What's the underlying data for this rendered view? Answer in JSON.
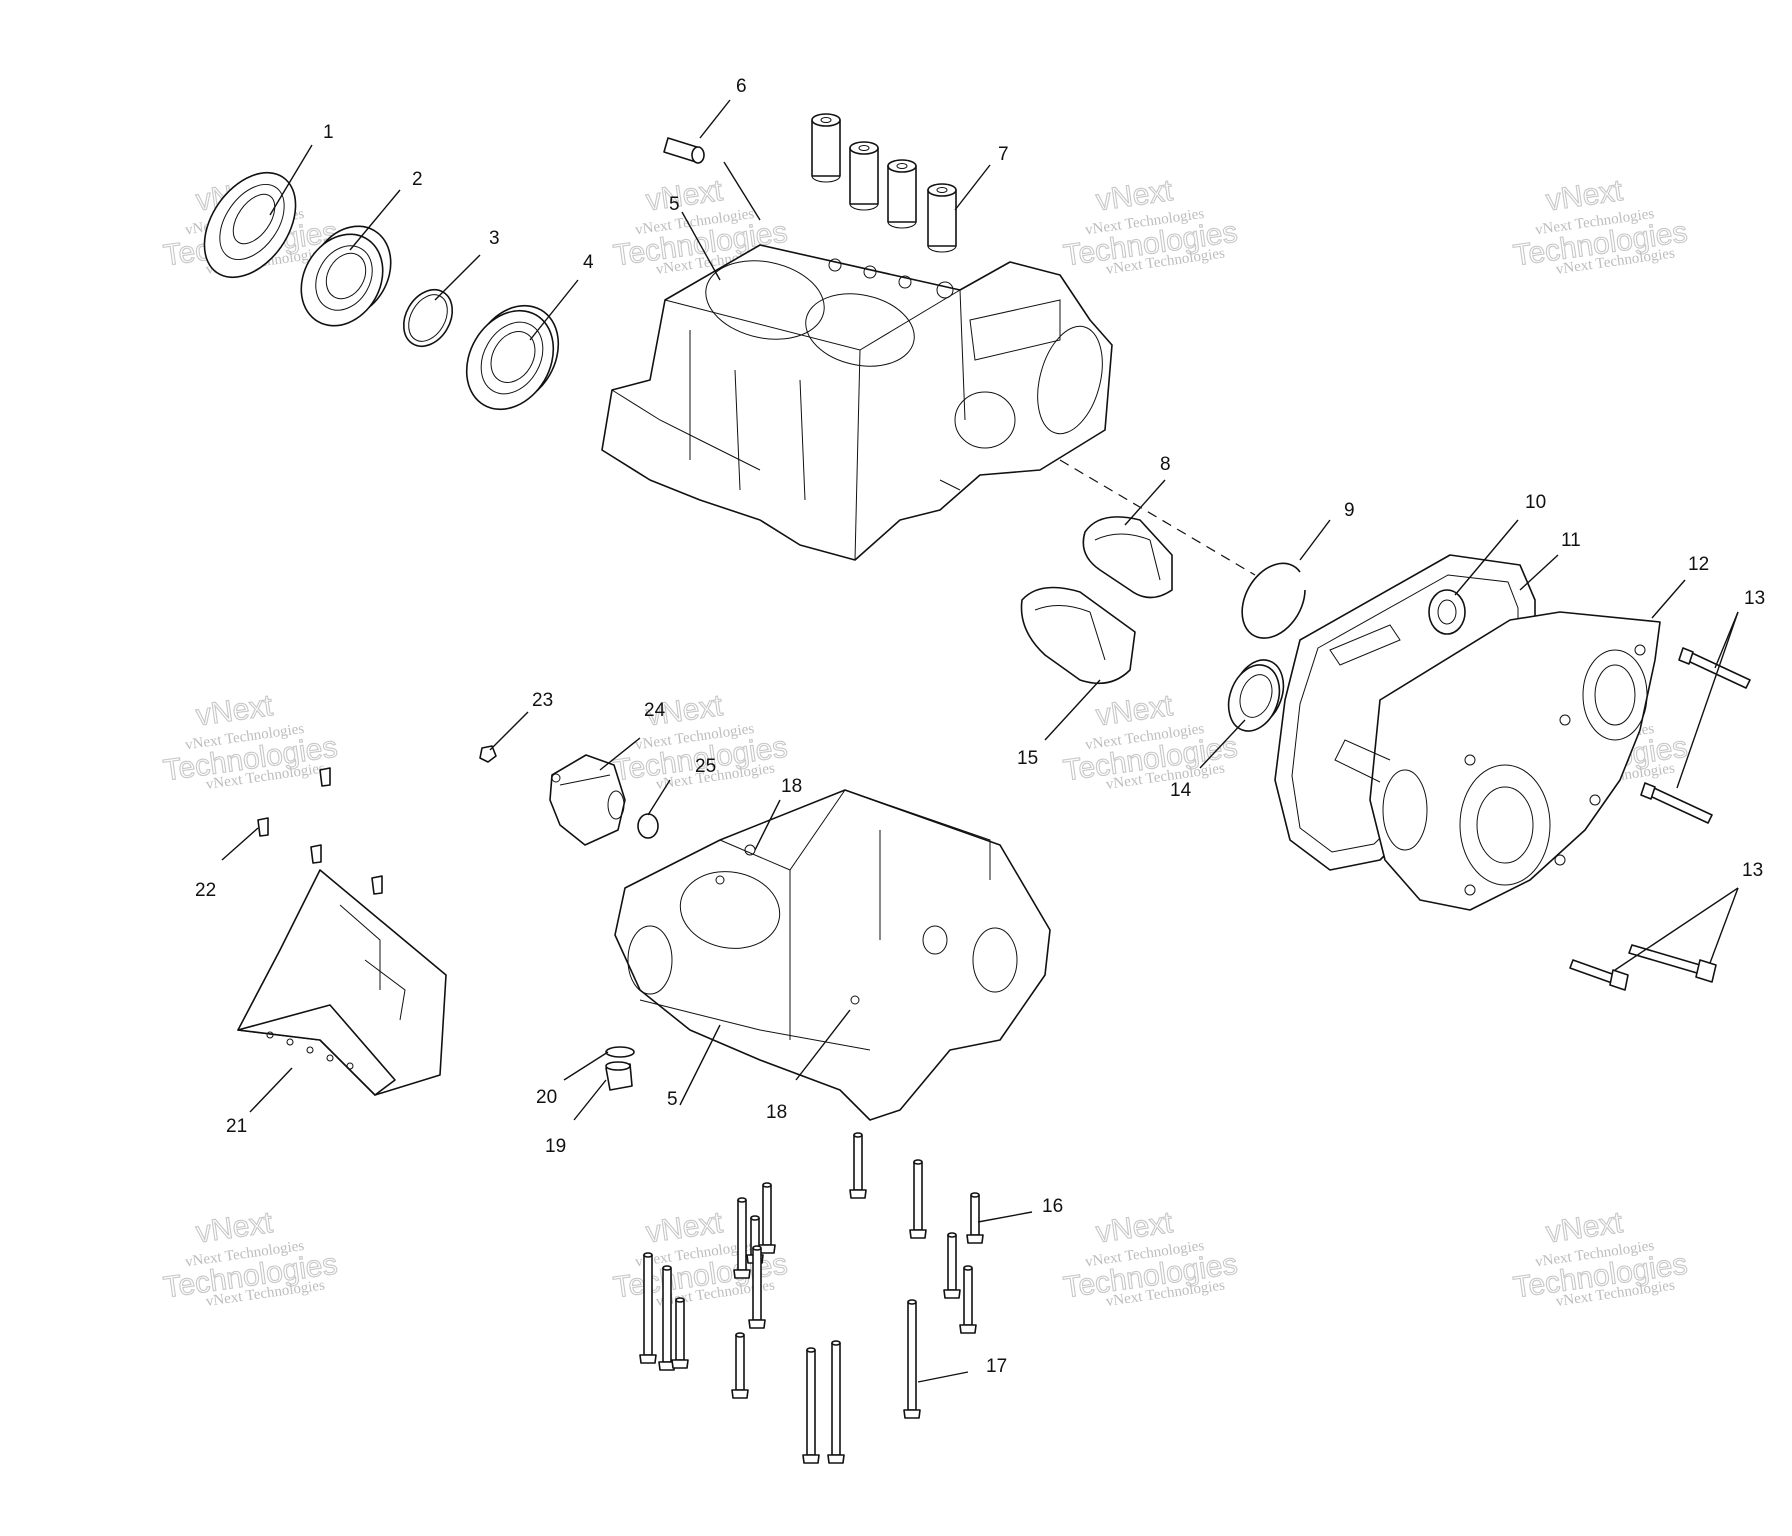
{
  "diagram": {
    "callouts": [
      {
        "id": "c1",
        "label": "1"
      },
      {
        "id": "c2",
        "label": "2"
      },
      {
        "id": "c3",
        "label": "3"
      },
      {
        "id": "c4",
        "label": "4"
      },
      {
        "id": "c5a",
        "label": "5"
      },
      {
        "id": "c5b",
        "label": "5"
      },
      {
        "id": "c6",
        "label": "6"
      },
      {
        "id": "c7",
        "label": "7"
      },
      {
        "id": "c8",
        "label": "8"
      },
      {
        "id": "c9",
        "label": "9"
      },
      {
        "id": "c10",
        "label": "10"
      },
      {
        "id": "c11",
        "label": "11"
      },
      {
        "id": "c12",
        "label": "12"
      },
      {
        "id": "c13a",
        "label": "13"
      },
      {
        "id": "c13b",
        "label": "13"
      },
      {
        "id": "c14",
        "label": "14"
      },
      {
        "id": "c15",
        "label": "15"
      },
      {
        "id": "c16",
        "label": "16"
      },
      {
        "id": "c17",
        "label": "17"
      },
      {
        "id": "c18a",
        "label": "18"
      },
      {
        "id": "c18b",
        "label": "18"
      },
      {
        "id": "c19",
        "label": "19"
      },
      {
        "id": "c20",
        "label": "20"
      },
      {
        "id": "c21",
        "label": "21"
      },
      {
        "id": "c22",
        "label": "22"
      },
      {
        "id": "c23",
        "label": "23"
      },
      {
        "id": "c24",
        "label": "24"
      },
      {
        "id": "c25",
        "label": "25"
      }
    ],
    "watermark": {
      "line1": "vNext Technologies",
      "line2": "Technologies",
      "line3": "vNext"
    }
  }
}
